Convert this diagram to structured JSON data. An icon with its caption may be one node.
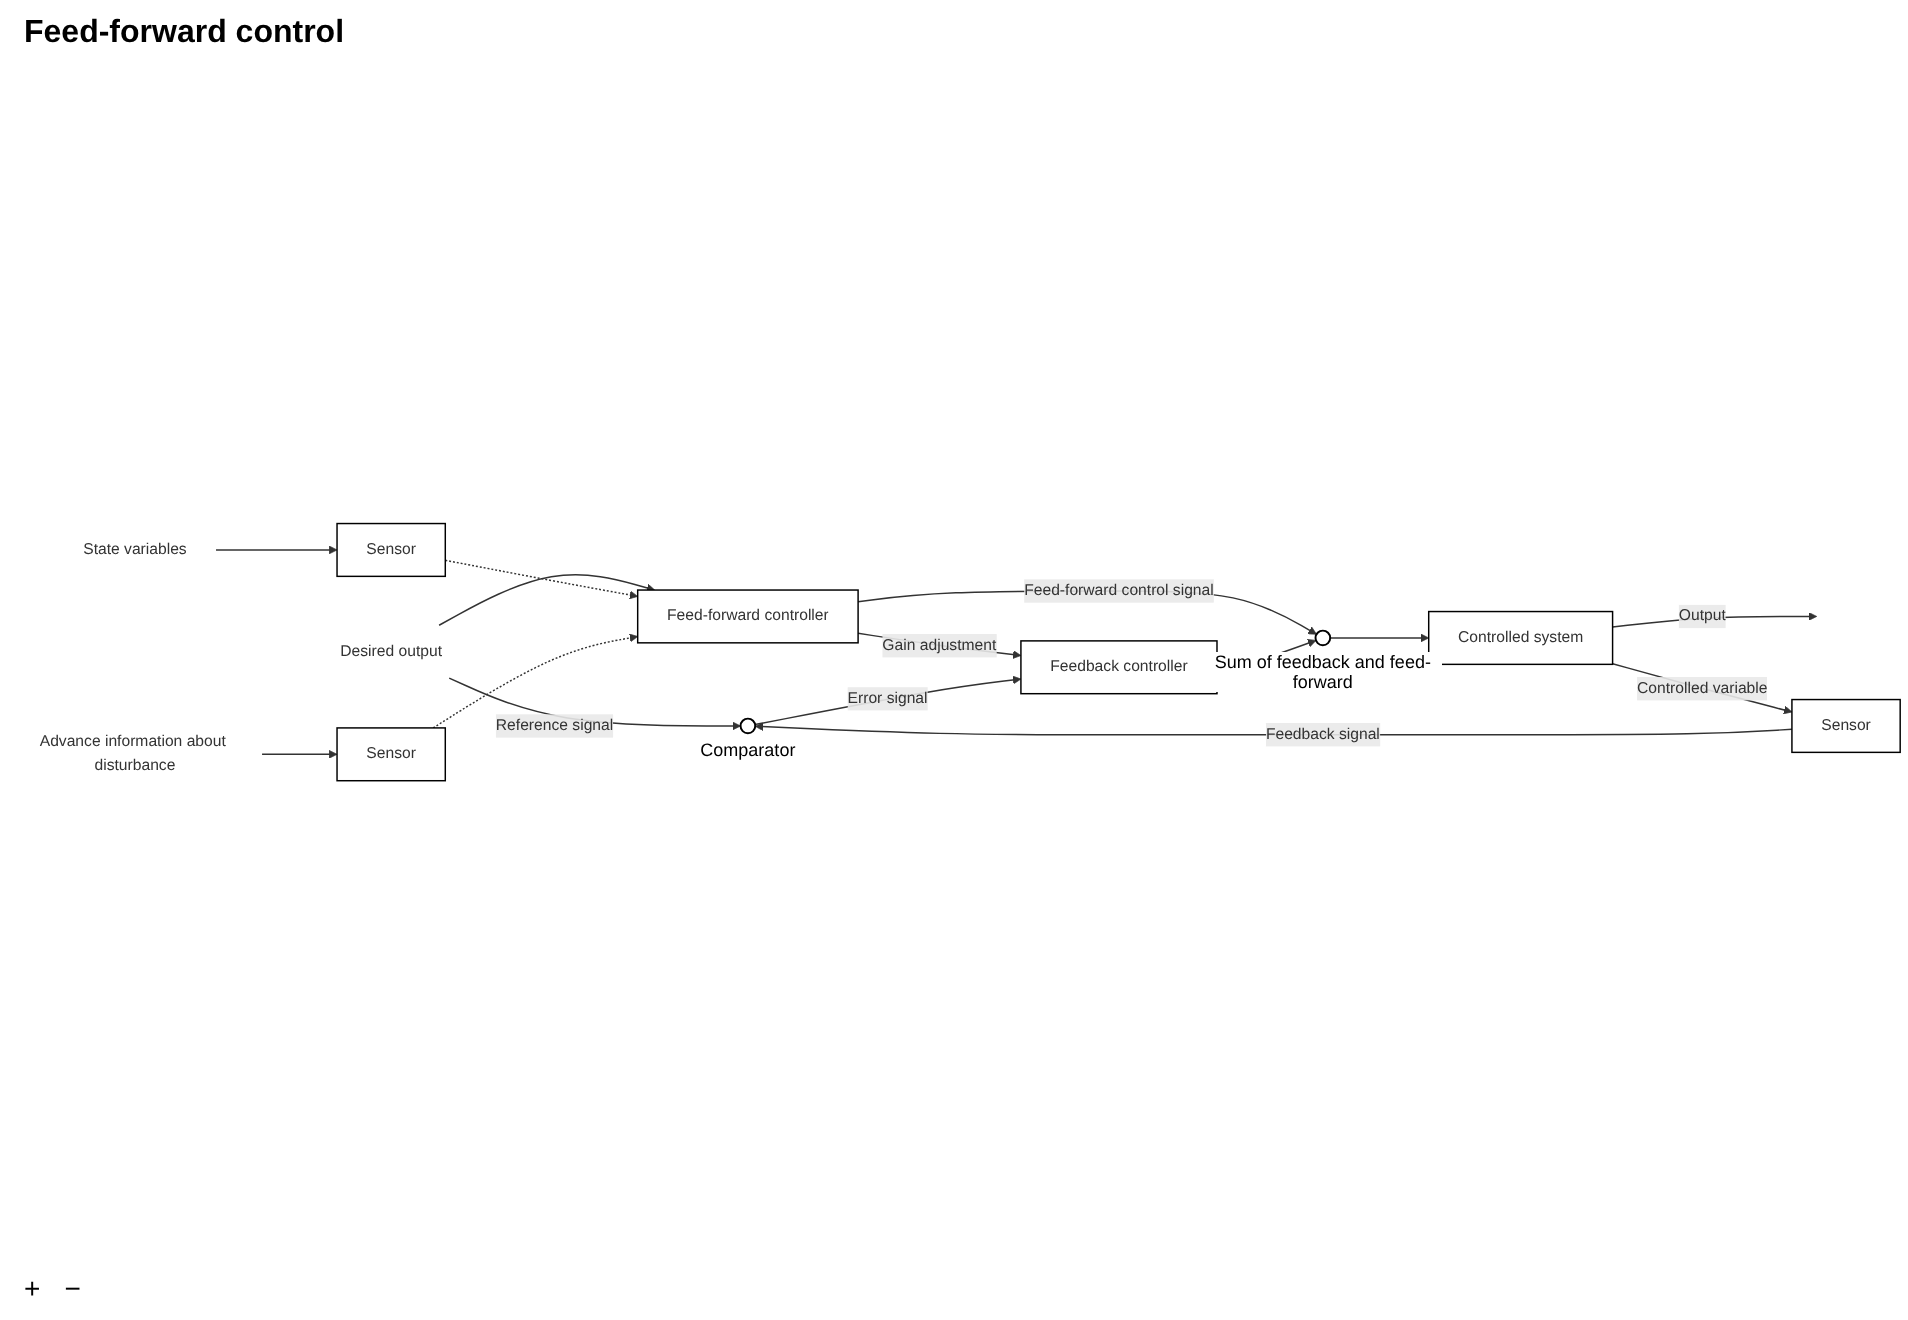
{
  "diagram": {
    "title": "Feed-forward control",
    "nodes": [
      {
        "text": [
          "Desired output"
        ]
      },
      {
        "text": [
          "Sensor"
        ]
      },
      {
        "text": [
          "State variables"
        ]
      },
      {
        "text": [
          "Advance information about disturbance"
        ]
      },
      {
        "text": [
          "Sensor"
        ]
      },
      {
        "text": [
          "Feed-forward controller"
        ]
      },
      {
        "text": [],
        "shape": "circle",
        "beside": [
          "Comparator"
        ]
      },
      {
        "text": [
          "Feedback controller"
        ]
      },
      {
        "text": [],
        "shape": "circle",
        "beside": [
          "Sum of feedback and feed-forward"
        ]
      },
      {
        "text": [
          "Controlled system"
        ]
      },
      {
        "text": [
          "Sensor"
        ]
      }
    ],
    "edges": [
      {
        "from": 0,
        "to": 6,
        "arrow": "to",
        "label": "Reference signal"
      },
      {
        "from": 0,
        "to": 5,
        "arrow": "to"
      },
      {
        "from": 2,
        "to": 1,
        "arrow": "to"
      },
      {
        "from": 3,
        "to": 4,
        "arrow": "to"
      },
      {
        "from": 1,
        "to": 5,
        "arrow": "to",
        "style": "dashed"
      },
      {
        "from": 4,
        "to": 5,
        "arrow": "to",
        "style": "dashed"
      },
      {
        "from": 5,
        "to": 7,
        "arrow": "to",
        "label": "Gain adjustment"
      },
      {
        "from": 5,
        "to": 8,
        "arrow": "to",
        "label": "Feed-forward control signal"
      },
      {
        "from": 6,
        "to": 7,
        "arrow": "to",
        "label": "Error signal"
      },
      {
        "from": 7,
        "to": 8,
        "arrow": "to"
      },
      {
        "from": 8,
        "to": 9,
        "arrow": "to"
      },
      {
        "from": 9,
        "to": null,
        "arrow": "to",
        "label": "Output"
      },
      {
        "from": 9,
        "to": 10,
        "arrow": "to",
        "label": "Controlled variable"
      },
      {
        "from": 10,
        "to": 6,
        "arrow": "to",
        "label": "Feedback signal"
      }
    ],
    "labels": [
      "+",
      "−"
    ]
  }
}
